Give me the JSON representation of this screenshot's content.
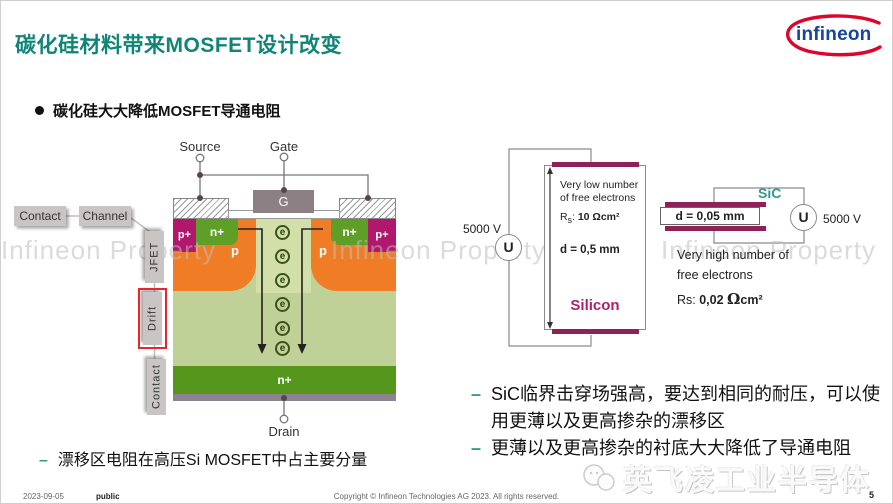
{
  "slide": {
    "title": "碳化硅材料带来MOSFET设计改变",
    "bullet_main": "碳化硅大大降低MOSFET导通电阻",
    "bullet_bottom_left": "漂移区电阻在高压Si MOSFET中占主要分量",
    "dash": "–",
    "bullets_right": [
      "SiC临界击穿场强高，要达到相同的耐压，可以使用更薄以及更高掺杂的漂移区",
      "更薄以及更高掺杂的衬底大大降低了导通电阻"
    ]
  },
  "logo": {
    "text": "infineon"
  },
  "watermark": {
    "text": "Infineon Property",
    "brand_cn": "英飞凌工业半导体"
  },
  "mosfet": {
    "source": "Source",
    "gate": "Gate",
    "drain": "Drain",
    "gate_electrode": "G",
    "contact": "Contact",
    "channel": "Channel",
    "jfet": "JFET",
    "drift": "Drift",
    "contact_bottom": "Contact",
    "p_plus_left": "p+",
    "n_plus_left": "n+",
    "p_left": "p",
    "p_right": "p",
    "n_plus_right": "n+",
    "p_plus_right": "p+",
    "substrate": "n+",
    "electron": "e"
  },
  "silicon_circuit": {
    "voltage": "5000 V",
    "source_symbol": "U",
    "line1": "Very low number",
    "line2": "of free electrons",
    "rs_r": "R",
    "rs_sub": "s",
    "rs_colon": ": ",
    "rs_value": "10 Ωcm²",
    "thickness": "d = 0,5 mm",
    "material": "Silicon"
  },
  "sic_circuit": {
    "voltage": "5000 V",
    "source_symbol": "U",
    "material": "SiC",
    "thickness": "d = 0,05 mm",
    "line1": "Very high number of",
    "line2": "free electrons",
    "rs_prefix": "Rs: ",
    "rs_value": "0,02 ",
    "rs_omega": "Ω",
    "rs_unit": "cm²"
  },
  "footer": {
    "date": "2023-09-05",
    "classification": "public",
    "copyright": "Copyright © Infineon Technologies AG 2023. All rights reserved.",
    "page": "5"
  },
  "colors": {
    "brand_teal": "#0e8577",
    "logo_blue": "#16459c",
    "logo_red": "#dd052b",
    "p_plus_magenta": "#b1176c",
    "n_plus_green": "#5f9f28",
    "p_well_orange": "#f07d26",
    "drift_green": "#c0d197",
    "substrate_green": "#55961d",
    "electrode_magenta": "#8e2158",
    "silicon_text": "#b01e6e",
    "sic_text": "#2f9c8c",
    "drift_highlight_red": "#e6272d"
  }
}
